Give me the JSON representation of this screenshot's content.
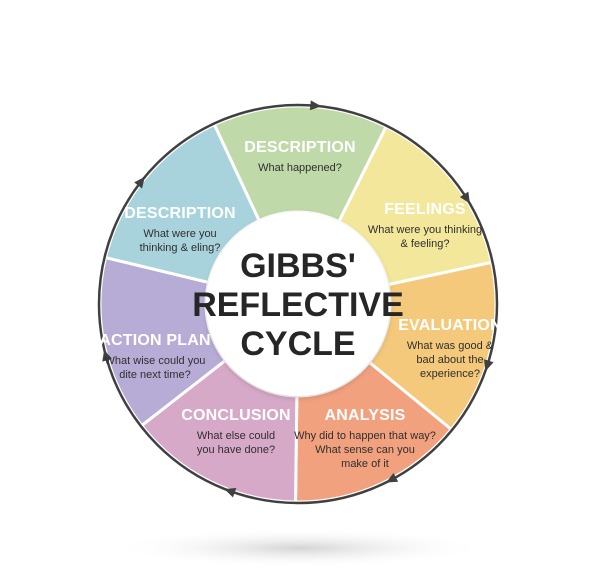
{
  "diagram": {
    "center": {
      "lines": [
        "GIBBS'",
        "REFLECTIVE",
        "CYCLE"
      ]
    },
    "segments": [
      {
        "title": "DESCRIPTION",
        "lines": [
          "What happened?"
        ],
        "color": "#bfd9a9"
      },
      {
        "title": "FEELINGS",
        "lines": [
          "What were you thinking",
          "& feeling?"
        ],
        "color": "#f3e79b"
      },
      {
        "title": "EVALUATION",
        "lines": [
          "What was good &",
          "bad about the",
          "experience?"
        ],
        "color": "#f4c97b"
      },
      {
        "title": "ANALYSIS",
        "lines": [
          "Why did to happen that way?",
          "What sense can you",
          "make of it"
        ],
        "color": "#f2a17e"
      },
      {
        "title": "CONCLUSION",
        "lines": [
          "What else could",
          "you have done?"
        ],
        "color": "#d7a9c8"
      },
      {
        "title": "ACTION PLAN",
        "lines": [
          "What wise could you",
          "dite next time?"
        ],
        "color": "#b7acd6"
      },
      {
        "title": "DESCRIPTION",
        "lines": [
          "What were you",
          "thinking & eling?"
        ],
        "color": "#a9d3dc"
      }
    ],
    "colors": {
      "ring_outline": "#404040",
      "center_fill": "#ffffff",
      "separator": "#ffffff",
      "shadow": "#d9d9d9"
    }
  }
}
